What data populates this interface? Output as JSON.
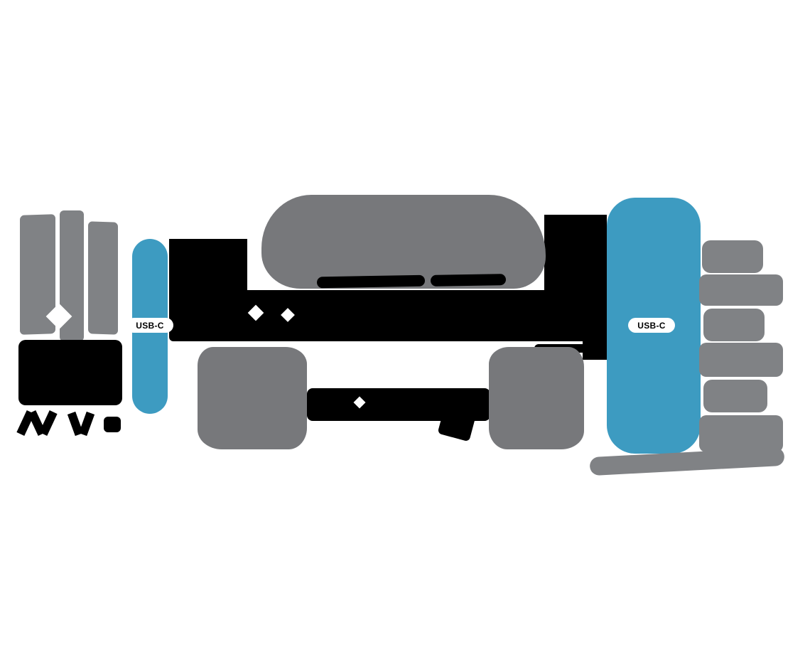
{
  "diagram": {
    "kind": "usb-c-connection-diagram",
    "left_port": {
      "label": "USB-C"
    },
    "right_port": {
      "label": "USB-C"
    },
    "colors": {
      "page_bg": "#ffffff",
      "port_blue": "#3d9bc1",
      "silhouette_gray": "#808285",
      "silhouette_gray_dark": "#77787b",
      "silhouette_black": "#000000",
      "label_bg": "#ffffff",
      "label_text": "#000000"
    },
    "icons": {
      "laptop": "gray laptop silhouette with white diamond logo",
      "caption_left": "black illegible caption silhouette under laptop",
      "device_top": "large gray rounded device silhouette, top center",
      "caption_center": "black illegible text silhouette under center device",
      "cable": "thick black cable silhouette linking left and right ports",
      "device_left": "gray rounded device silhouette, lower left-center",
      "device_right": "gray rounded device silhouette, lower right-center",
      "peripheral_1": "gray peripheral silhouette, right column row 1",
      "peripheral_2": "gray peripheral silhouette, right column row 2",
      "peripheral_3": "gray peripheral silhouette, right column row 3",
      "peripheral_4": "gray peripheral silhouette, right column row 4",
      "peripheral_5": "gray peripheral silhouette, right column row 5",
      "peripheral_6": "gray peripheral silhouette, right column row 6",
      "peripheral_swoosh": "wide gray swoosh silhouette, bottom right"
    }
  }
}
